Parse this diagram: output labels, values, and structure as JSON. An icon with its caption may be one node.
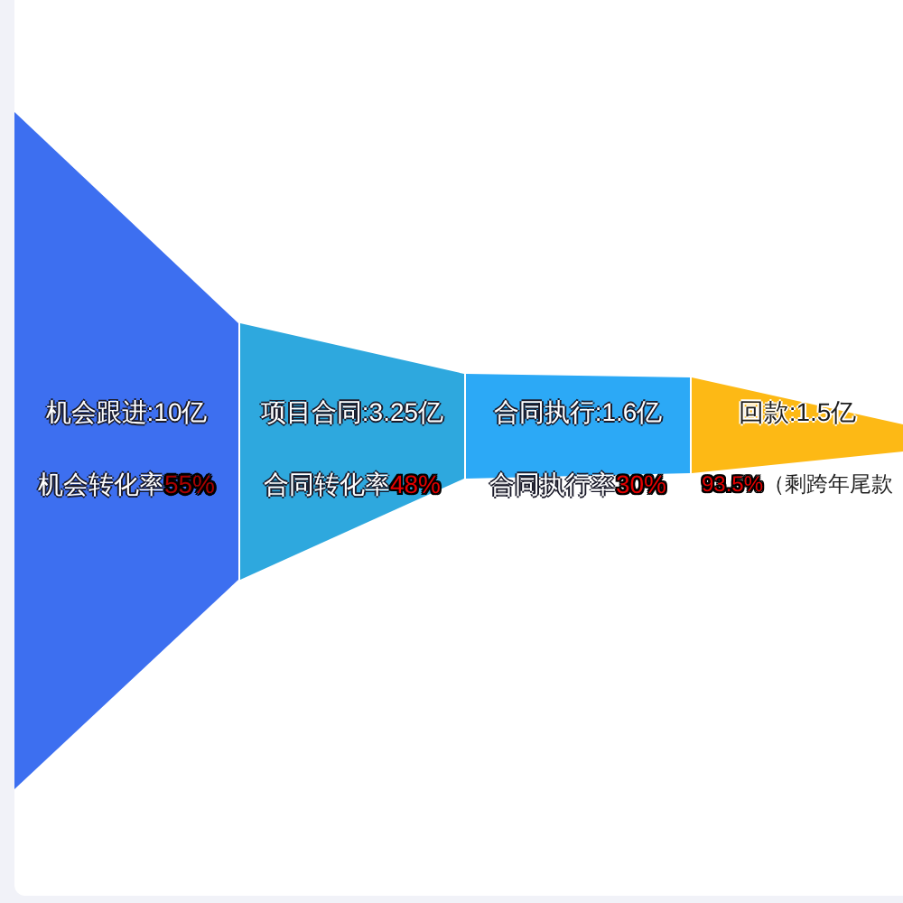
{
  "diagram": {
    "nodes": [
      {
        "text": [
          "机会跟进:10亿",
          "机会转化率",
          "55%"
        ]
      },
      {
        "text": [
          "项目合同:3.25亿",
          "合同转化率",
          "48%"
        ]
      },
      {
        "text": [
          "合同执行:1.6亿",
          "合同执行率",
          "30%"
        ]
      },
      {
        "text": [
          "回款:1.5亿",
          "93.5%",
          "（剩跨年尾款"
        ]
      }
    ]
  }
}
